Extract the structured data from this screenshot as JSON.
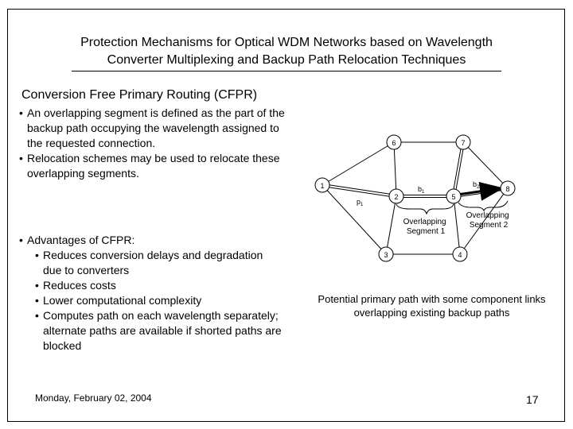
{
  "title_line1": "Protection Mechanisms for Optical WDM Networks based on Wavelength",
  "title_line2": "Converter Multiplexing and Backup Path Relocation Techniques",
  "heading": "Conversion Free Primary Routing (CFPR)",
  "bullets_top": [
    "An overlapping segment is defined as the part of the backup path occupying the wavelength assigned to the requested connection.",
    "Relocation schemes may be used to relocate these overlapping segments."
  ],
  "bullet_advantages": "Advantages of CFPR:",
  "sub_bullets": [
    "Reduces conversion delays and degradation due to converters",
    "Reduces costs",
    "Lower computational complexity",
    "Computes path on each wavelength separately; alternate paths are available if shorted paths are blocked"
  ],
  "diagram": {
    "nodes": [
      "1",
      "2",
      "3",
      "4",
      "5",
      "6",
      "7",
      "8"
    ],
    "path_labels": [
      "p",
      "b",
      "b"
    ],
    "subscript": "1",
    "subscript2": "2",
    "overlap1_line1": "Overlapping",
    "overlap1_line2": "Segment 1",
    "overlap2_line1": "Overlapping",
    "overlap2_line2": "Segment 2"
  },
  "caption_line1": "Potential primary path with some component links",
  "caption_line2": "overlapping existing backup paths",
  "footer_date": "Monday, February 02, 2004",
  "page_number": "17"
}
